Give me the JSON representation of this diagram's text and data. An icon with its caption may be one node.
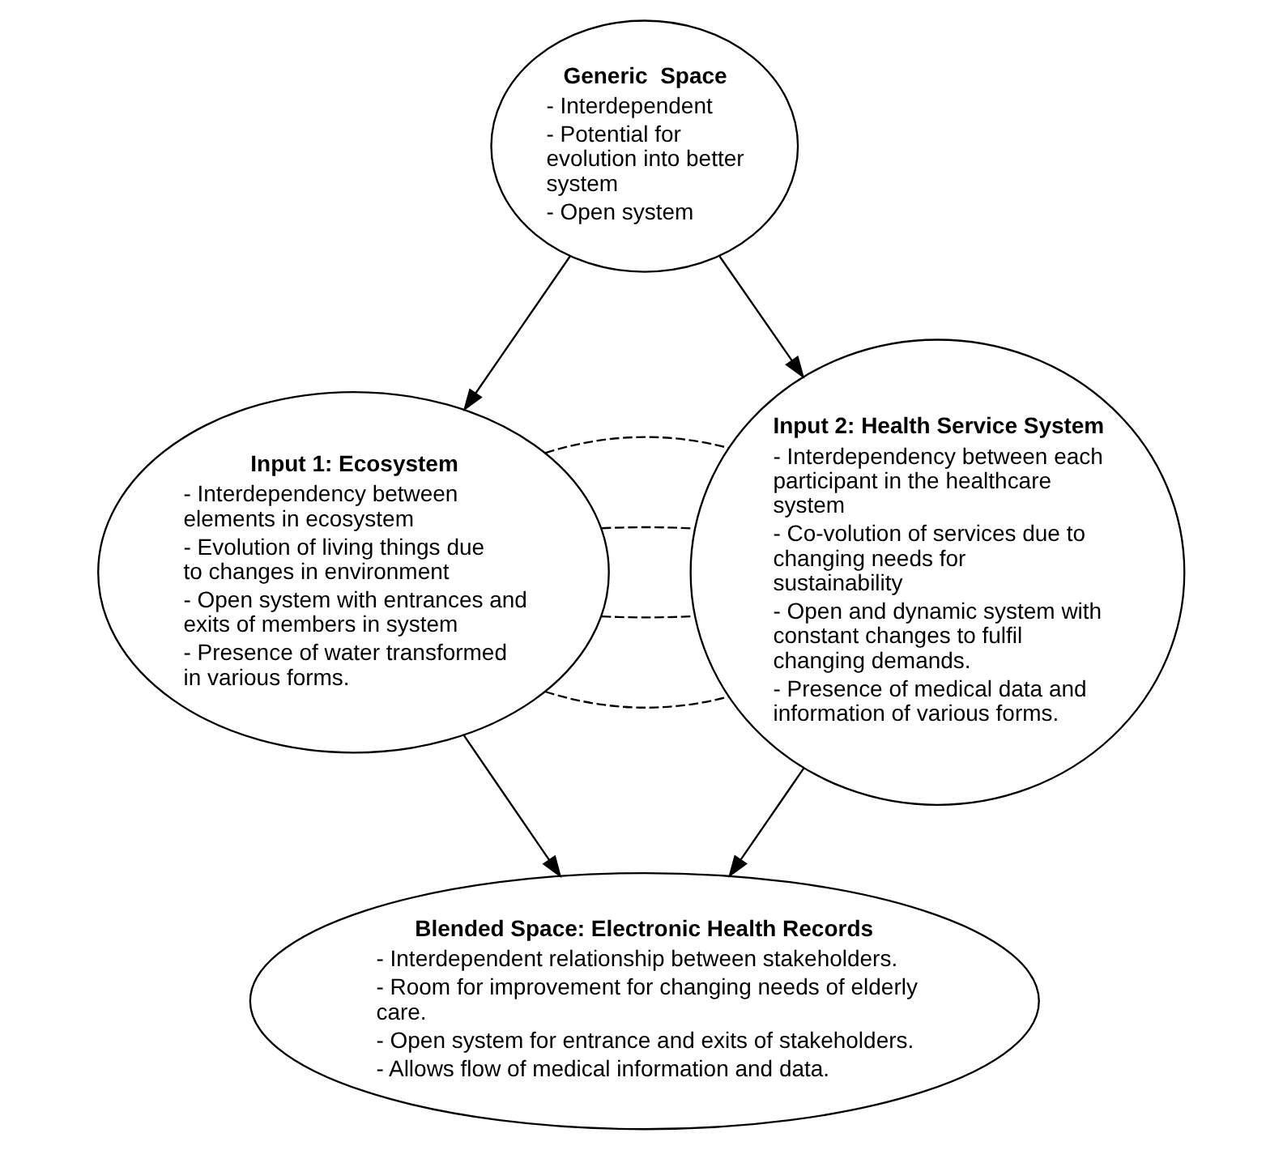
{
  "diagram": {
    "nodes": [
      {
        "text": [
          "Generic  Space",
          "- Interdependent",
          "- Potential for evolution into better system",
          "- Open system"
        ]
      },
      {
        "text": [
          "Input 1: Ecosystem",
          "- Interdependency between elements in ecosystem",
          "- Evolution of living things due to changes in environment",
          "- Open system with entrances and exits of members in system",
          "- Presence of water transformed in various forms."
        ]
      },
      {
        "text": [
          "Input 2: Health Service System",
          "- Interdependency between each participant in the healthcare system",
          "- Co-volution of services due to changing needs for sustainability",
          "- Open and dynamic system with constant changes to fulfil changing demands.",
          "- Presence of medical data and information of various forms."
        ]
      },
      {
        "text": [
          "Blended Space: Electronic Health Records",
          "- Interdependent relationship between stakeholders.",
          "- Room for improvement for changing needs of elderly care.",
          "- Open system for entrance and exits of stakeholders.",
          "- Allows flow of medical information and data."
        ]
      }
    ],
    "edges": [
      {
        "from": 0,
        "to": 1,
        "arrow": "to"
      },
      {
        "from": 0,
        "to": 2,
        "arrow": "to"
      },
      {
        "from": 1,
        "to": 2,
        "arrow": "none",
        "style": "dashed"
      },
      {
        "from": 1,
        "to": 2,
        "arrow": "none",
        "style": "dashed"
      },
      {
        "from": 1,
        "to": 2,
        "arrow": "none",
        "style": "dashed"
      },
      {
        "from": 1,
        "to": 2,
        "arrow": "none",
        "style": "dashed"
      },
      {
        "from": 1,
        "to": 3,
        "arrow": "to"
      },
      {
        "from": 2,
        "to": 3,
        "arrow": "to"
      }
    ]
  }
}
